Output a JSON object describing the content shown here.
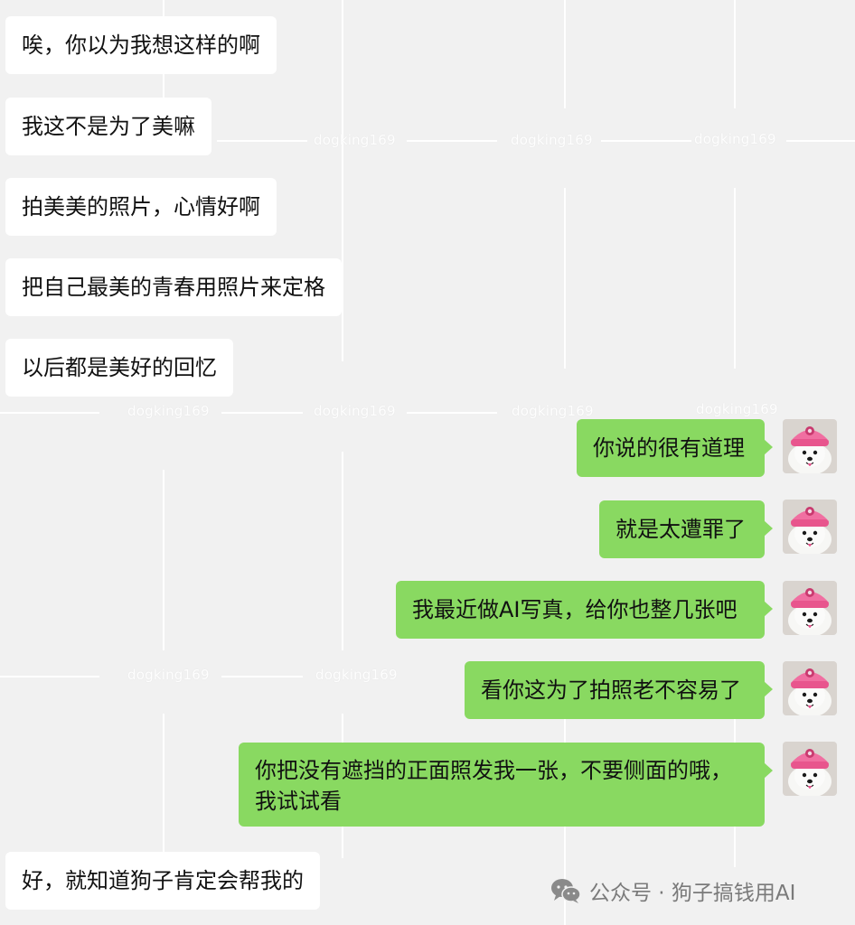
{
  "colors": {
    "background": "#f1f1f1",
    "incoming_bubble": "#ffffff",
    "outgoing_bubble": "#89d961",
    "watermark": "#ffffff",
    "footer_text": "#7a7a7a"
  },
  "watermark": {
    "text": "dogking169"
  },
  "messages": [
    {
      "side": "left",
      "text": "唉，你以为我想这样的啊"
    },
    {
      "side": "left",
      "text": "我这不是为了美嘛"
    },
    {
      "side": "left",
      "text": "拍美美的照片，心情好啊"
    },
    {
      "side": "left",
      "text": "把自己最美的青春用照片来定格"
    },
    {
      "side": "left",
      "text": "以后都是美好的回忆"
    },
    {
      "side": "right",
      "text": "你说的很有道理",
      "avatar": "samoyed-pink-hat-avatar"
    },
    {
      "side": "right",
      "text": "就是太遭罪了",
      "avatar": "samoyed-pink-hat-avatar"
    },
    {
      "side": "right",
      "text": "我最近做AI写真，给你也整几张吧",
      "avatar": "samoyed-pink-hat-avatar"
    },
    {
      "side": "right",
      "text": "看你这为了拍照老不容易了",
      "avatar": "samoyed-pink-hat-avatar"
    },
    {
      "side": "right",
      "text": "你把没有遮挡的正面照发我一张，不要侧面的哦，我试试看",
      "avatar": "samoyed-pink-hat-avatar"
    },
    {
      "side": "left",
      "text": "好，就知道狗子肯定会帮我的"
    }
  ],
  "footer": {
    "icon": "wechat-icon",
    "text": "公众号 · 狗子搞钱用AI"
  }
}
